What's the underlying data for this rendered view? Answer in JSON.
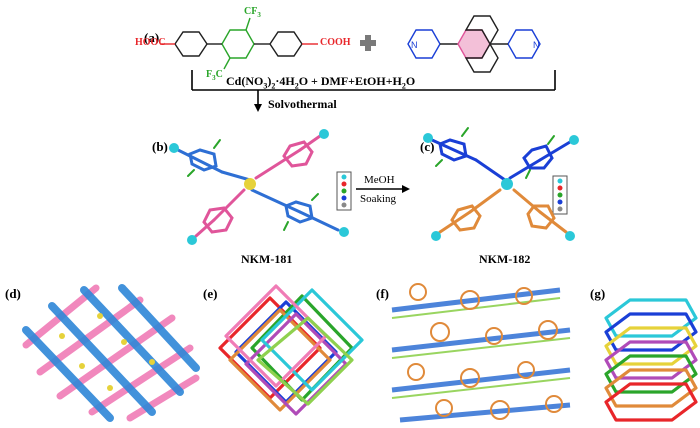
{
  "panels": {
    "a": "(a)",
    "b": "(b)",
    "c": "(c)",
    "d": "(d)",
    "e": "(e)",
    "f": "(f)",
    "g": "(g)"
  },
  "linker": {
    "acid_left": "HOOC",
    "acid_right": "COOH",
    "cf3_top": "CF",
    "cf3_top_sub": "3",
    "cf3_bottom": "F",
    "cf3_bottom_sub": "3",
    "cf3_bottom_tail": "C"
  },
  "reaction": {
    "plus": "+",
    "conditions_pre": "Cd(NO",
    "conditions_sub1": "3",
    "conditions_mid": ")",
    "conditions_sub2": "2",
    "conditions_post": "·4H",
    "conditions_sub3": "2",
    "conditions_tail": "O + DMF+EtOH+H",
    "conditions_sub4": "2",
    "conditions_end": "O",
    "method": "Solvothermal"
  },
  "transformation": {
    "line1": "MeOH",
    "line2": "Soaking"
  },
  "compounds": {
    "first": "NKM-181",
    "second": "NKM-182"
  },
  "colors": {
    "ring_dark": "#202020",
    "carboxyl_red": "#e8262a",
    "fluorine_green": "#2aa52a",
    "ring_purple": "#b04bb8",
    "ring_pink": "#e0559a",
    "pyridyl_blue": "#1a3fd6",
    "plus_gray": "#7a7a7a",
    "framework_blue": "#2e6fd4",
    "framework_orange": "#e08a3a",
    "cd_cyan": "#2bc8d8"
  }
}
